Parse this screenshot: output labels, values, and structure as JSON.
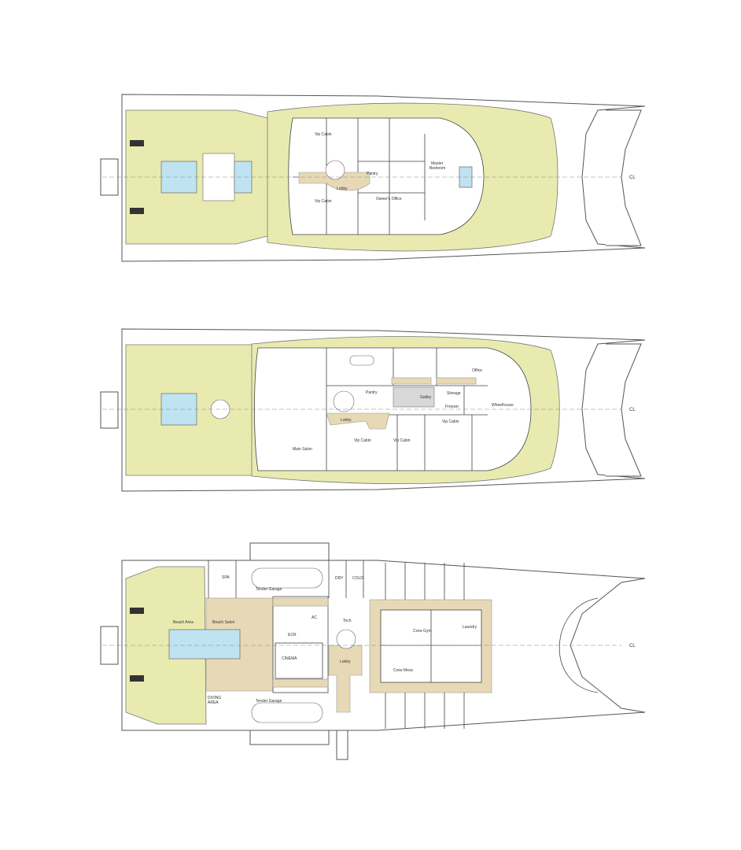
{
  "centerline_label": "CL",
  "colors": {
    "deck": "#e9eab0",
    "teak": "#e8d9b6",
    "pool": "#bfe3f0"
  },
  "upper_deck": {
    "labels": {
      "vip_cabin_1": "Vip Cabin",
      "vip_cabin_2": "Vip Cabin",
      "pantry": "Pantry",
      "lobby": "Lobby",
      "master_bedroom_1": "Master",
      "master_bedroom_2": "Bedroom",
      "owners_office": "Owner's Office"
    }
  },
  "main_deck": {
    "labels": {
      "main_salon": "Main Salon",
      "pantry": "Pantry",
      "galley": "Galley",
      "storage": "Storage",
      "freezer": "Freezer",
      "wheelhouse": "Wheelhouse",
      "office": "Office",
      "lobby": "Lobby",
      "vip_cabin_1": "Vip Cabin",
      "vip_cabin_2": "Vip Cabin",
      "vip_cabin_3": "Vip Cabin"
    }
  },
  "lower_deck": {
    "labels": {
      "spa": "SPA",
      "tender_garage_1": "Tender Garage",
      "tender_garage_2": "Tender Garage",
      "beach_area": "Beach Area",
      "beach_salon": "Beach Salon",
      "diving_area_1": "DIVING",
      "diving_area_2": "AREA",
      "cinema": "CINEMA",
      "ecr": "ECR",
      "ac": "AC",
      "tech": "Tech",
      "lobby": "Lobby",
      "dry": "DRY",
      "cold": "COLD",
      "crew_gym": "Crew Gym",
      "laundry": "Laundry",
      "crew_mess": "Crew Mess"
    }
  }
}
